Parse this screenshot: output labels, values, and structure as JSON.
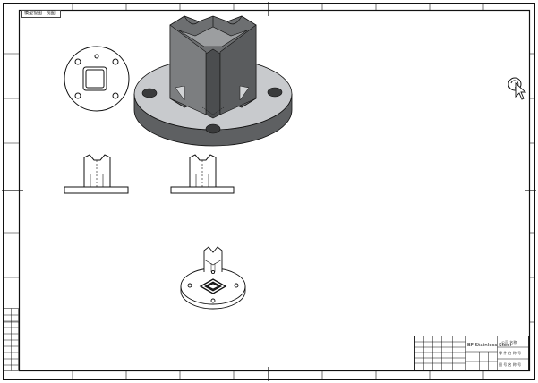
{
  "sheet_tag": {
    "label_a": "模型视图",
    "label_b": "视图"
  },
  "title_block": {
    "company": "BF Stainless Steel",
    "field_1": "公司 名称",
    "field_2": "零 件 名 称 号",
    "field_3": "图 号 名 称 号"
  },
  "colors": {
    "line": "#111111",
    "part_dark": "#5e6062",
    "part_mid": "#8a8c8e",
    "part_light": "#c8cacd"
  }
}
